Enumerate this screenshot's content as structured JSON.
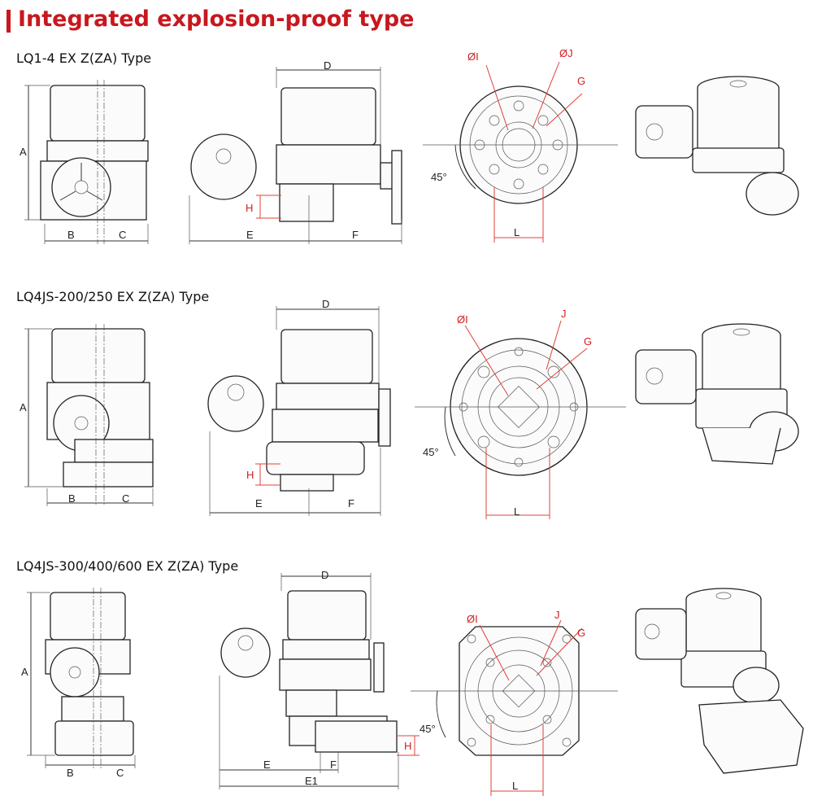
{
  "title": "Integrated explosion-proof type",
  "rows": [
    {
      "label": "LQ1-4 EX Z(ZA) Type",
      "dims": {
        "A": "A",
        "B": "B",
        "C": "C",
        "D": "D",
        "E": "E",
        "F": "F",
        "H": "H",
        "I": "ØI",
        "J": "ØJ",
        "G": "G",
        "L": "L",
        "angle": "45°"
      }
    },
    {
      "label": "LQ4JS-200/250 EX Z(ZA) Type",
      "dims": {
        "A": "A",
        "B": "B",
        "C": "C",
        "D": "D",
        "E": "E",
        "F": "F",
        "H": "H",
        "I": "ØI",
        "J": "J",
        "G": "G",
        "L": "L",
        "angle": "45°"
      }
    },
    {
      "label": "LQ4JS-300/400/600 EX Z(ZA) Type",
      "dims": {
        "A": "A",
        "B": "B",
        "C": "C",
        "D": "D",
        "E": "E",
        "E1": "E1",
        "F": "F",
        "H": "H",
        "I": "ØI",
        "J": "J",
        "G": "G",
        "L": "L",
        "angle": "45°"
      }
    }
  ],
  "colors": {
    "accent": "#c8171e",
    "dimension_red": "#d21e1e",
    "line": "#222222"
  }
}
